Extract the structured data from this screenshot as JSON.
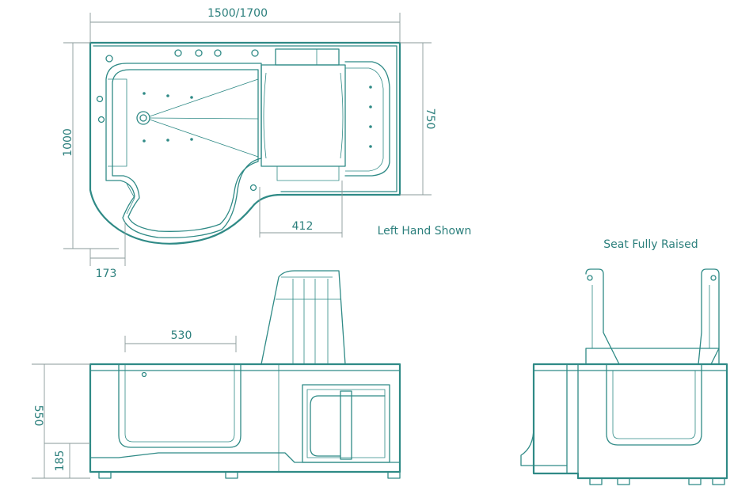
{
  "labels": {
    "width_total": "1500/1700",
    "depth_total": "1000",
    "depth_seat": "750",
    "seat_offset": "412",
    "corner_offset": "173",
    "door_width": "530",
    "height": "550",
    "step_height": "185"
  },
  "captions": {
    "plan": "Left Hand Shown",
    "side": "Seat Fully Raised"
  },
  "colors": {
    "line": "#2f8a86",
    "text": "#2b7f7c",
    "dimension": "#8a9a9a"
  }
}
